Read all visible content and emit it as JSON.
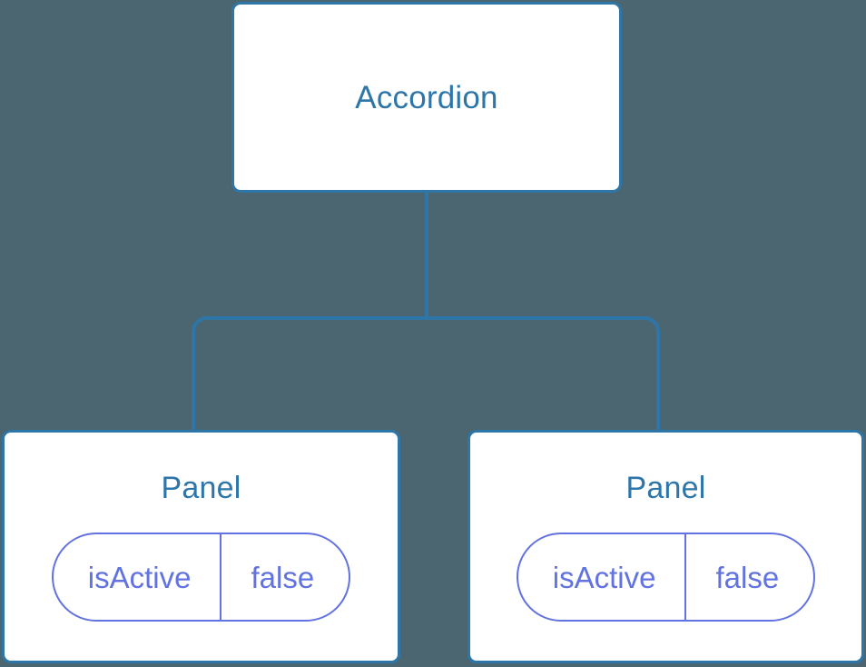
{
  "diagram": {
    "type": "component-tree",
    "background_color": "#4b6670",
    "node_border_color": "#2e76a8",
    "node_title_color": "#2e76a8",
    "prop_color": "#6272e0",
    "connector_color": "#2e76a8",
    "root": {
      "title": "Accordion"
    },
    "children": [
      {
        "title": "Panel",
        "props": [
          {
            "key": "isActive",
            "value": "false"
          }
        ]
      },
      {
        "title": "Panel",
        "props": [
          {
            "key": "isActive",
            "value": "false"
          }
        ]
      }
    ]
  }
}
